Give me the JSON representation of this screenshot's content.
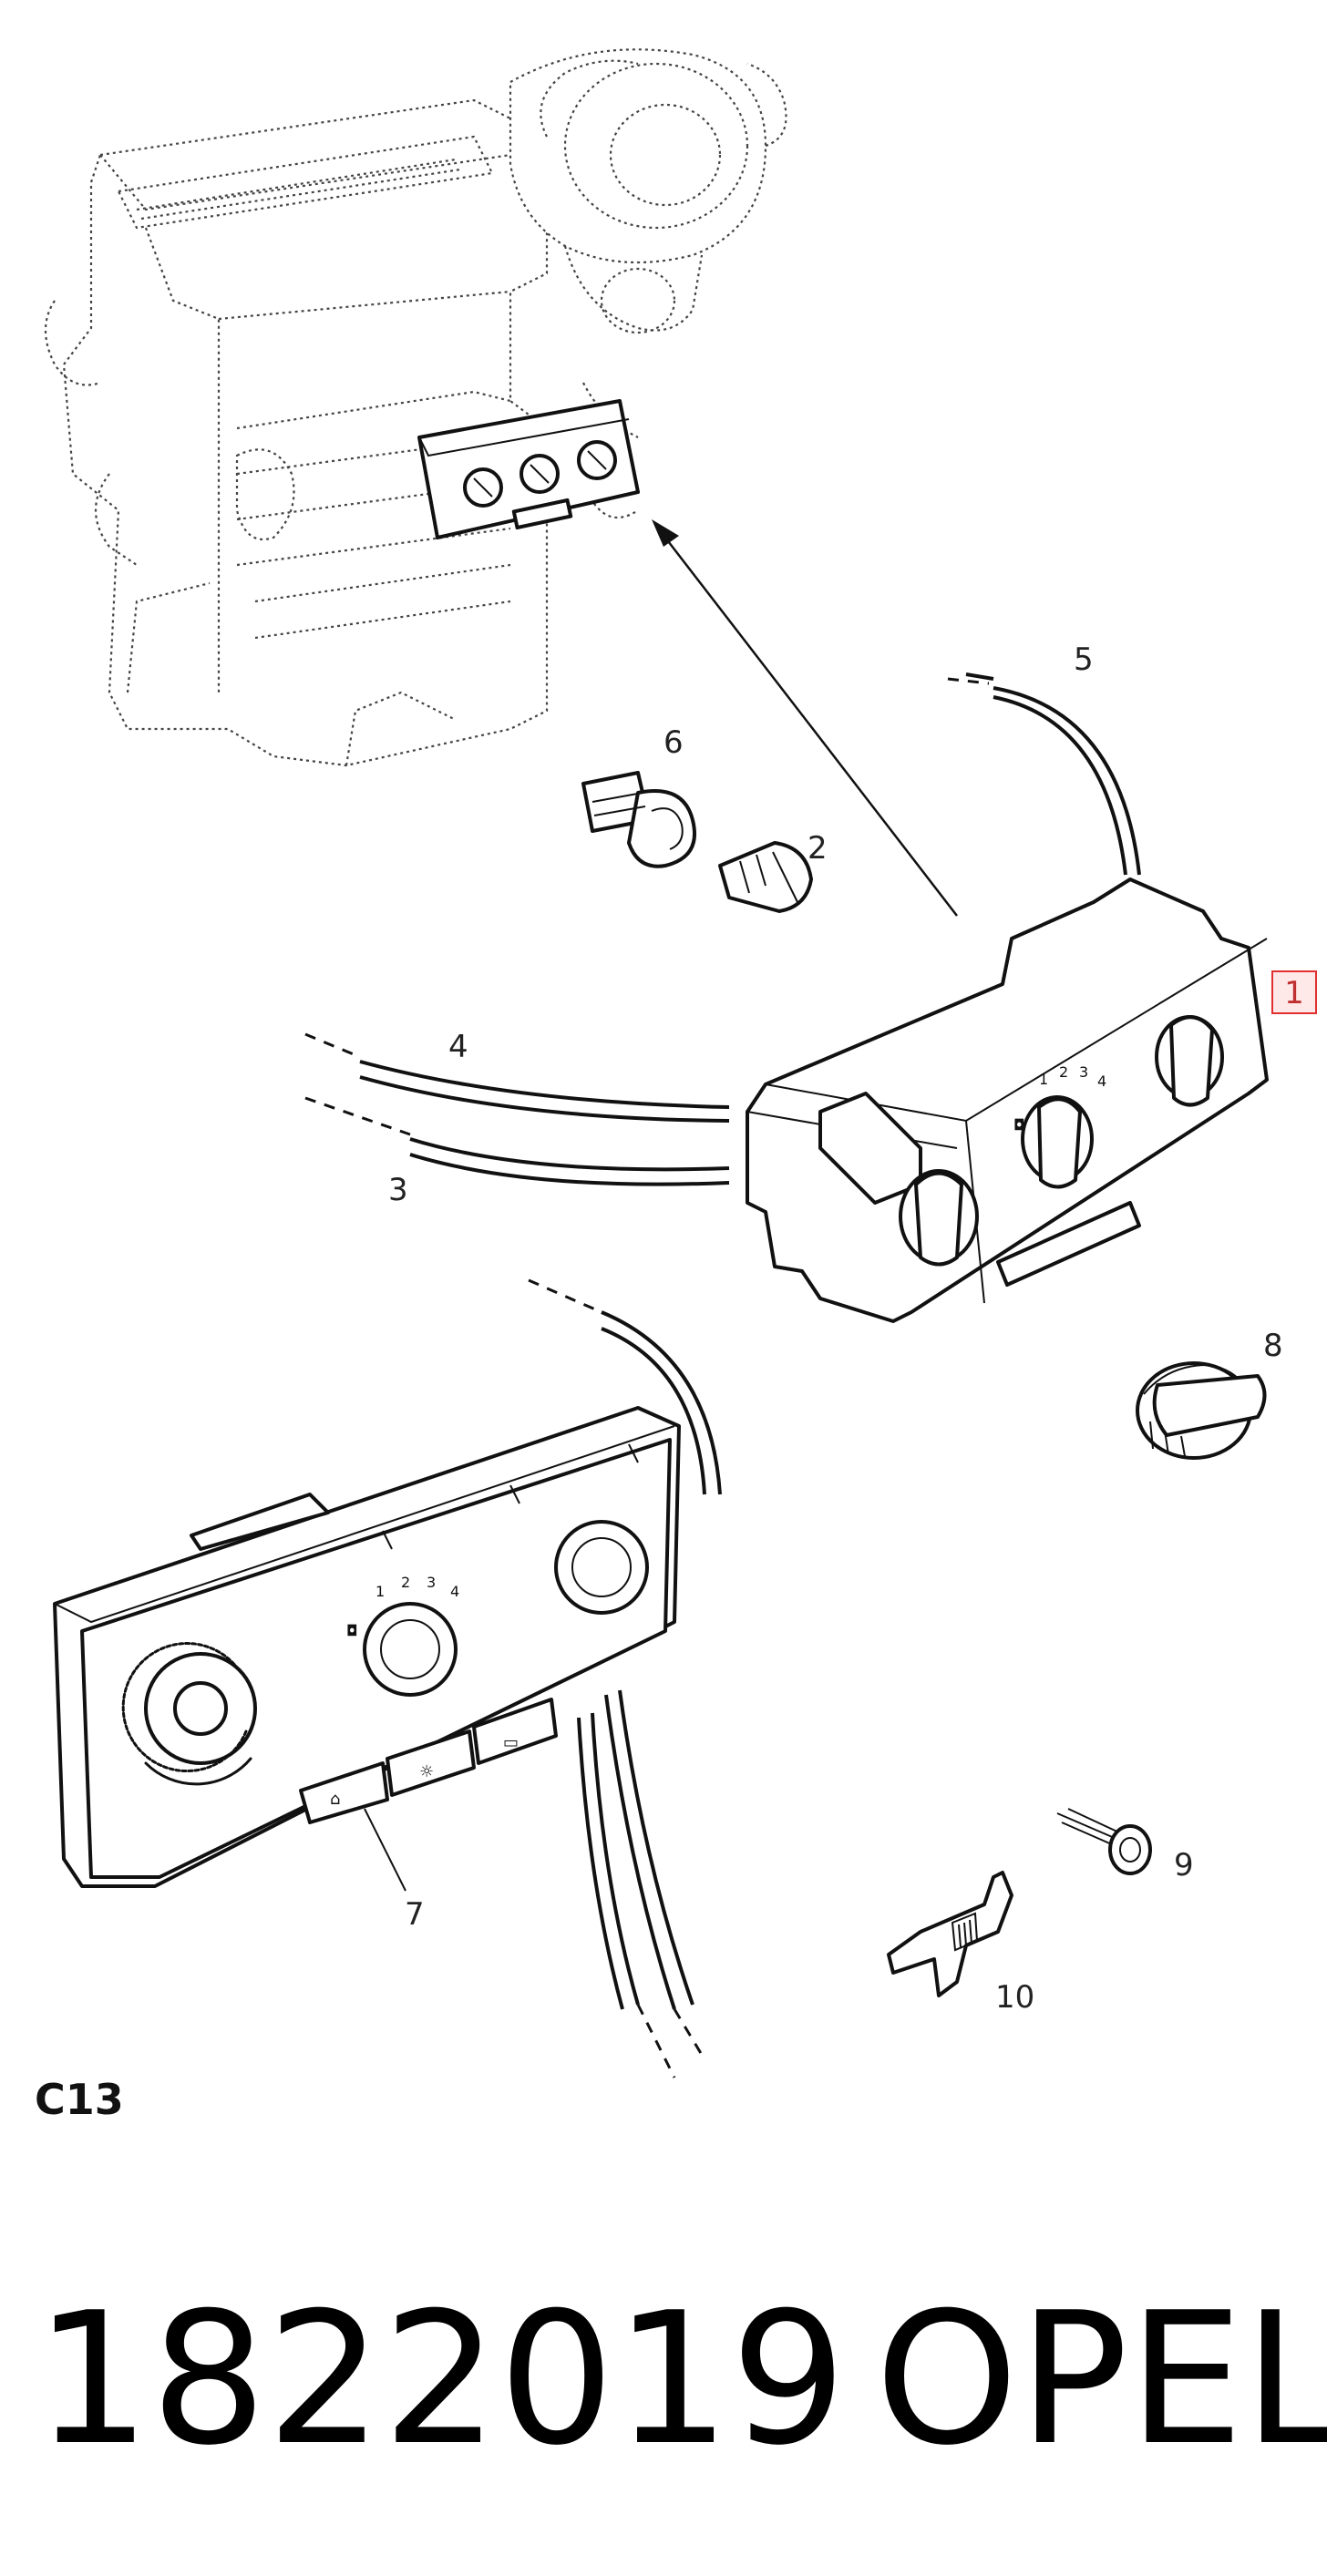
{
  "diagram": {
    "section_code": "C13",
    "part_number": "1822019",
    "brand": "OPEL",
    "highlighted_callout": "1",
    "highlight_color": "#e03030",
    "callouts": [
      "2",
      "3",
      "4",
      "5",
      "6",
      "7",
      "8",
      "9",
      "10"
    ]
  }
}
